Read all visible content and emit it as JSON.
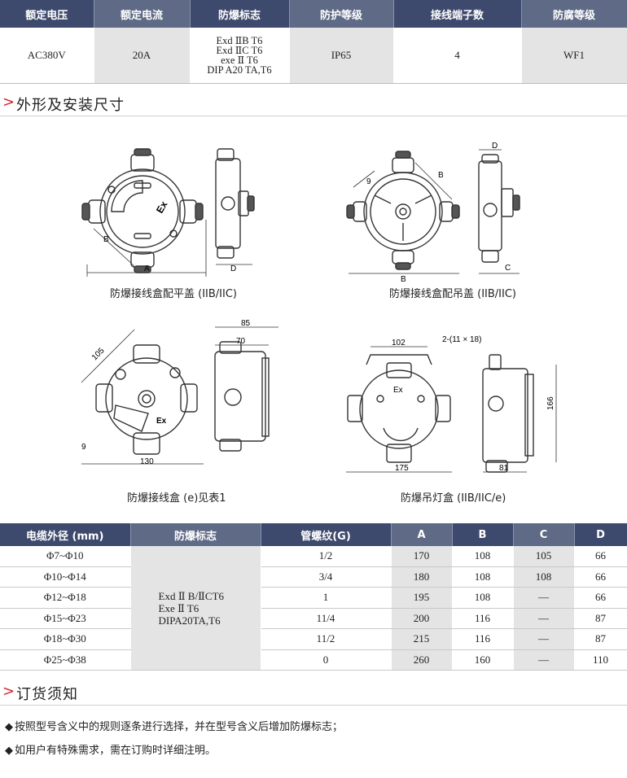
{
  "spec_table": {
    "headers": [
      "额定电压",
      "额定电流",
      "防爆标志",
      "防护等级",
      "接线端子数",
      "防腐等级"
    ],
    "voltage": "AC380V",
    "current": "20A",
    "marks": [
      "Exd ⅡB T6",
      "Exd ⅡC T6",
      "exe Ⅱ T6",
      "DIP A20 TA,T6"
    ],
    "protection": "IP65",
    "terminals": "4",
    "corrosion": "WF1"
  },
  "section_outline": {
    "arrow": ">",
    "title": "外形及安装尺寸"
  },
  "figures": {
    "fig1": {
      "caption": "防爆接线盒配平盖 (IIB/IIC)",
      "labels": [
        "B",
        "A",
        "D",
        "Ex"
      ]
    },
    "fig2": {
      "caption": "防爆接线盒配吊盖 (IIB/IIC)",
      "labels": [
        "9",
        "B",
        "D",
        "B",
        "C"
      ]
    },
    "fig3": {
      "caption": "防爆接线盒 (e)见表1",
      "labels": [
        "105",
        "9",
        "130",
        "85",
        "70",
        "Ex"
      ]
    },
    "fig4": {
      "caption": "防爆吊灯盒  (IIB/IIC/e)",
      "labels": [
        "102",
        "2-(11 × 18)",
        "Ex",
        "175",
        "166",
        "81"
      ]
    }
  },
  "size_table": {
    "headers": [
      "电缆外径 (mm)",
      "防爆标志",
      "管螺纹(G)",
      "A",
      "B",
      "C",
      "D"
    ],
    "marks": [
      "Exd Ⅱ B/ⅡCT6",
      "Exe Ⅱ T6",
      "DIPA20TA,T6"
    ],
    "rows": [
      {
        "cable": "Φ7~Φ10",
        "thread": "1/2",
        "a": "170",
        "b": "108",
        "c": "105",
        "d": "66"
      },
      {
        "cable": "Φ10~Φ14",
        "thread": "3/4",
        "a": "180",
        "b": "108",
        "c": "108",
        "d": "66"
      },
      {
        "cable": "Φ12~Φ18",
        "thread": "1",
        "a": "195",
        "b": "108",
        "c": "—",
        "d": "66"
      },
      {
        "cable": "Φ15~Φ23",
        "thread": "11/4",
        "a": "200",
        "b": "116",
        "c": "—",
        "d": "87"
      },
      {
        "cable": "Φ18~Φ30",
        "thread": "11/2",
        "a": "215",
        "b": "116",
        "c": "—",
        "d": "87"
      },
      {
        "cable": "Φ25~Φ38",
        "thread": "0",
        "a": "260",
        "b": "160",
        "c": "—",
        "d": "110"
      }
    ]
  },
  "section_order": {
    "arrow": ">",
    "title": "订货须知"
  },
  "notes": [
    {
      "bullet": "◆",
      "text": "按照型号含义中的规则逐条进行选择，并在型号含义后增加防爆标志；"
    },
    {
      "bullet": "◆",
      "text": "如用户有特殊需求，需在订购时详细注明。"
    }
  ]
}
